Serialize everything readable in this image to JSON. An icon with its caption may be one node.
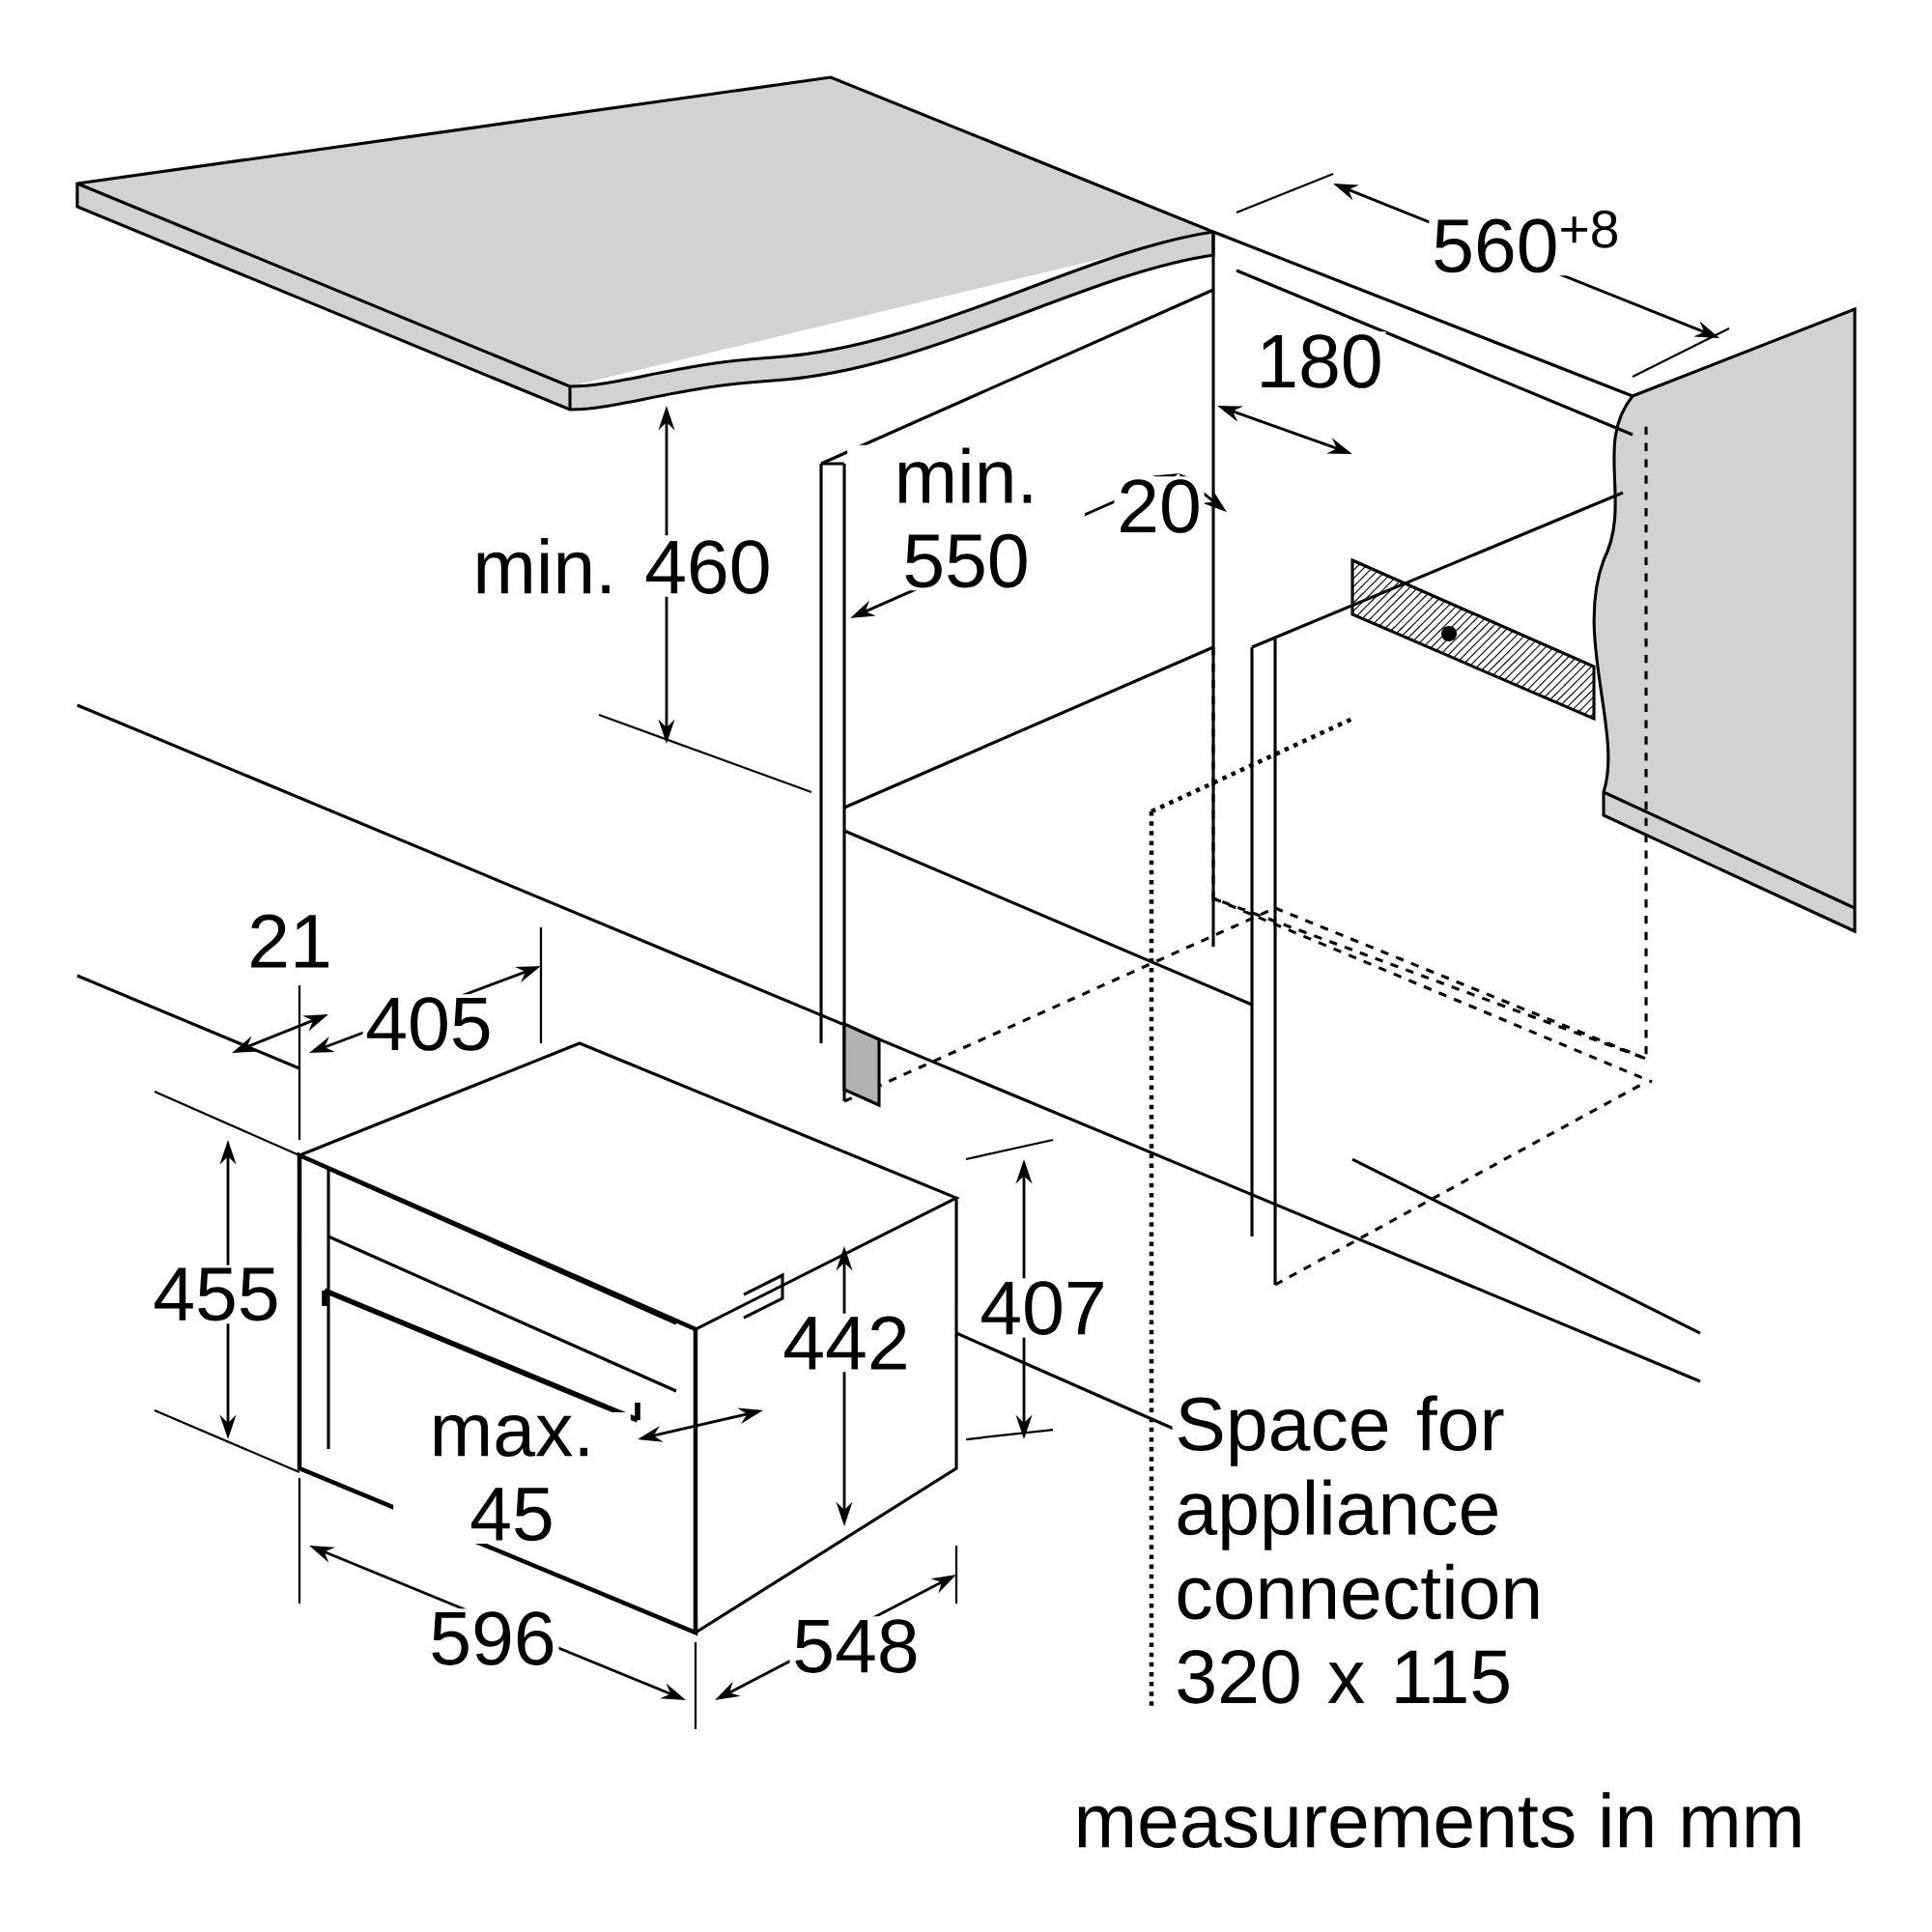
{
  "diagram": {
    "caption": "measurements in mm",
    "labels": [
      "560$^{+8}$",
      "180",
      "min. 550",
      "20",
      "min. 460",
      "21",
      "405",
      "455",
      "442",
      "407",
      "max. 45",
      "596",
      "548",
      "Space for appliance connection 320 x 115"
    ]
  }
}
